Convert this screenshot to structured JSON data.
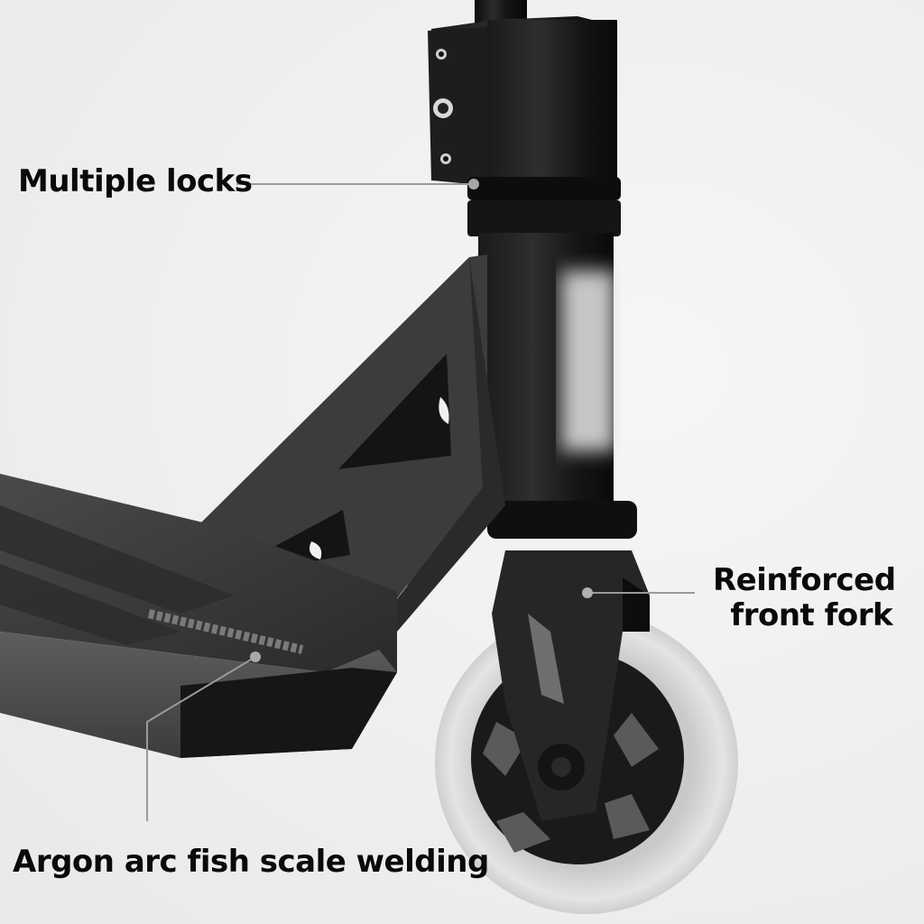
{
  "callouts": {
    "multiple_locks": {
      "text": "Multiple locks"
    },
    "front_fork": {
      "line1": "Reinforced",
      "line2": "front fork"
    },
    "welding": {
      "text": "Argon arc fish scale welding"
    }
  },
  "colors": {
    "background": "#f0f0f0",
    "metal_dark": "#1a1a1a",
    "metal_mid": "#3a3a3a",
    "deck_grip": "#5a5a5a",
    "wheel": "#d8d8d8",
    "leader_line": "#9a9a9a",
    "text": "#0a0a0a"
  }
}
